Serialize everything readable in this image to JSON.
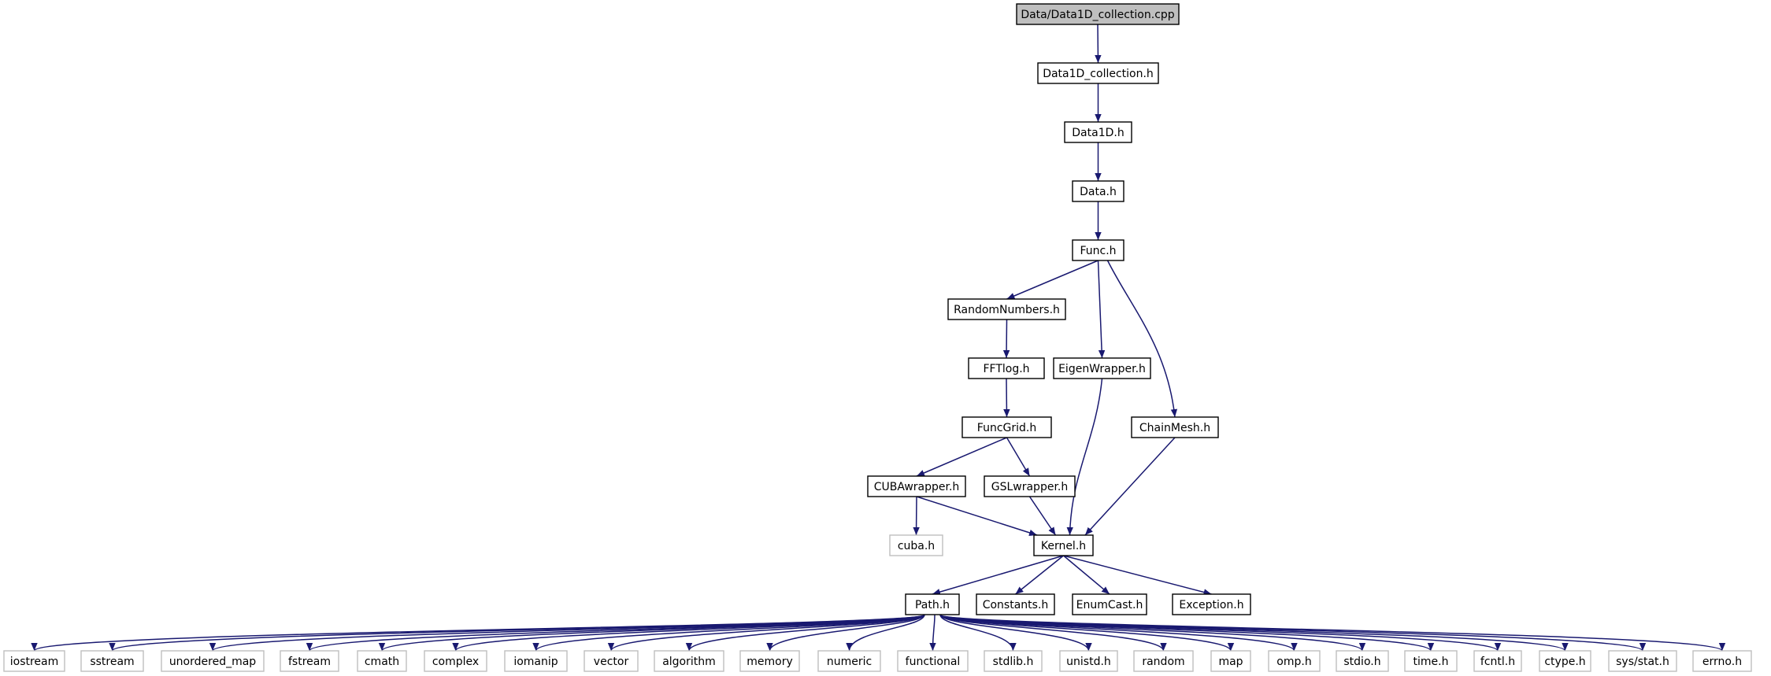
{
  "diagram": {
    "title": "Data/Data1D_collection.cpp",
    "colors": {
      "edge": "#191970",
      "root_fill": "#bfbfbf",
      "node_border": "#000000",
      "system_border": "#bfbfbf",
      "node_fill": "#ffffff"
    },
    "nodes": [
      {
        "id": "root",
        "label": "Data/Data1D_collection.cpp",
        "kind": "root"
      },
      {
        "id": "d1col",
        "label": "Data1D_collection.h",
        "kind": "local"
      },
      {
        "id": "d1",
        "label": "Data1D.h",
        "kind": "local"
      },
      {
        "id": "data",
        "label": "Data.h",
        "kind": "local"
      },
      {
        "id": "func",
        "label": "Func.h",
        "kind": "local"
      },
      {
        "id": "rand",
        "label": "RandomNumbers.h",
        "kind": "local"
      },
      {
        "id": "fftlog",
        "label": "FFTlog.h",
        "kind": "local"
      },
      {
        "id": "eigen",
        "label": "EigenWrapper.h",
        "kind": "local"
      },
      {
        "id": "chain",
        "label": "ChainMesh.h",
        "kind": "local"
      },
      {
        "id": "funcgrid",
        "label": "FuncGrid.h",
        "kind": "local"
      },
      {
        "id": "cuba",
        "label": "CUBAwrapper.h",
        "kind": "local"
      },
      {
        "id": "gsl",
        "label": "GSLwrapper.h",
        "kind": "local"
      },
      {
        "id": "cubah",
        "label": "cuba.h",
        "kind": "system"
      },
      {
        "id": "kernel",
        "label": "Kernel.h",
        "kind": "local"
      },
      {
        "id": "path",
        "label": "Path.h",
        "kind": "local"
      },
      {
        "id": "const",
        "label": "Constants.h",
        "kind": "local"
      },
      {
        "id": "enum",
        "label": "EnumCast.h",
        "kind": "local"
      },
      {
        "id": "exc",
        "label": "Exception.h",
        "kind": "local"
      },
      {
        "id": "iostream",
        "label": "iostream",
        "kind": "system"
      },
      {
        "id": "sstream",
        "label": "sstream",
        "kind": "system"
      },
      {
        "id": "umap",
        "label": "unordered_map",
        "kind": "system"
      },
      {
        "id": "fstream",
        "label": "fstream",
        "kind": "system"
      },
      {
        "id": "cmath",
        "label": "cmath",
        "kind": "system"
      },
      {
        "id": "complex",
        "label": "complex",
        "kind": "system"
      },
      {
        "id": "iomanip",
        "label": "iomanip",
        "kind": "system"
      },
      {
        "id": "vector",
        "label": "vector",
        "kind": "system"
      },
      {
        "id": "algorithm",
        "label": "algorithm",
        "kind": "system"
      },
      {
        "id": "memory",
        "label": "memory",
        "kind": "system"
      },
      {
        "id": "numeric",
        "label": "numeric",
        "kind": "system"
      },
      {
        "id": "functional",
        "label": "functional",
        "kind": "system"
      },
      {
        "id": "stdlib",
        "label": "stdlib.h",
        "kind": "system"
      },
      {
        "id": "unistd",
        "label": "unistd.h",
        "kind": "system"
      },
      {
        "id": "random",
        "label": "random",
        "kind": "system"
      },
      {
        "id": "map",
        "label": "map",
        "kind": "system"
      },
      {
        "id": "omp",
        "label": "omp.h",
        "kind": "system"
      },
      {
        "id": "stdio",
        "label": "stdio.h",
        "kind": "system"
      },
      {
        "id": "time",
        "label": "time.h",
        "kind": "system"
      },
      {
        "id": "fcntl",
        "label": "fcntl.h",
        "kind": "system"
      },
      {
        "id": "ctype",
        "label": "ctype.h",
        "kind": "system"
      },
      {
        "id": "sysstat",
        "label": "sys/stat.h",
        "kind": "system"
      },
      {
        "id": "errno",
        "label": "errno.h",
        "kind": "system"
      }
    ],
    "edges": [
      {
        "from": "root",
        "to": "d1col"
      },
      {
        "from": "d1col",
        "to": "d1"
      },
      {
        "from": "d1",
        "to": "data"
      },
      {
        "from": "data",
        "to": "func"
      },
      {
        "from": "func",
        "to": "rand"
      },
      {
        "from": "func",
        "to": "eigen"
      },
      {
        "from": "func",
        "to": "chain"
      },
      {
        "from": "rand",
        "to": "fftlog"
      },
      {
        "from": "fftlog",
        "to": "funcgrid"
      },
      {
        "from": "funcgrid",
        "to": "cuba"
      },
      {
        "from": "funcgrid",
        "to": "gsl"
      },
      {
        "from": "cuba",
        "to": "cubah"
      },
      {
        "from": "cuba",
        "to": "kernel"
      },
      {
        "from": "gsl",
        "to": "kernel"
      },
      {
        "from": "eigen",
        "to": "kernel"
      },
      {
        "from": "chain",
        "to": "kernel"
      },
      {
        "from": "kernel",
        "to": "path"
      },
      {
        "from": "kernel",
        "to": "const"
      },
      {
        "from": "kernel",
        "to": "enum"
      },
      {
        "from": "kernel",
        "to": "exc"
      },
      {
        "from": "path",
        "to": "iostream"
      },
      {
        "from": "path",
        "to": "sstream"
      },
      {
        "from": "path",
        "to": "umap"
      },
      {
        "from": "path",
        "to": "fstream"
      },
      {
        "from": "path",
        "to": "cmath"
      },
      {
        "from": "path",
        "to": "complex"
      },
      {
        "from": "path",
        "to": "iomanip"
      },
      {
        "from": "path",
        "to": "vector"
      },
      {
        "from": "path",
        "to": "algorithm"
      },
      {
        "from": "path",
        "to": "memory"
      },
      {
        "from": "path",
        "to": "numeric"
      },
      {
        "from": "path",
        "to": "functional"
      },
      {
        "from": "path",
        "to": "stdlib"
      },
      {
        "from": "path",
        "to": "unistd"
      },
      {
        "from": "path",
        "to": "random"
      },
      {
        "from": "path",
        "to": "map"
      },
      {
        "from": "path",
        "to": "omp"
      },
      {
        "from": "path",
        "to": "stdio"
      },
      {
        "from": "path",
        "to": "time"
      },
      {
        "from": "path",
        "to": "fcntl"
      },
      {
        "from": "path",
        "to": "ctype"
      },
      {
        "from": "path",
        "to": "sysstat"
      },
      {
        "from": "path",
        "to": "errno"
      }
    ]
  }
}
